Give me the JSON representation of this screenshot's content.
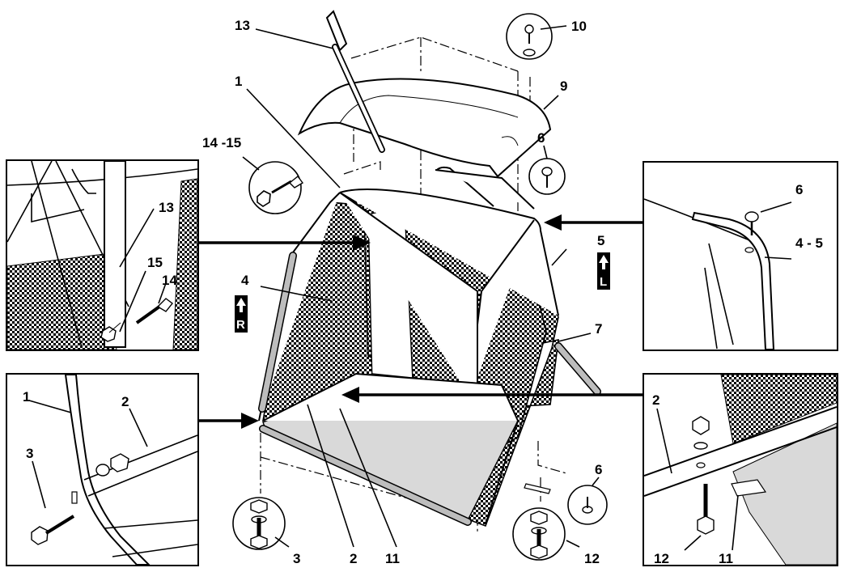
{
  "callouts": {
    "c1_top": "1",
    "c13_top": "13",
    "c10": "10",
    "c9": "9",
    "c14_15": "14 -15",
    "c6_top": "6",
    "c5": "5",
    "c4": "4",
    "c7": "7",
    "c6_bottom": "6",
    "c3_bottom": "3",
    "c2_bottom": "2",
    "c11_bottom": "11",
    "c12_bottom": "12"
  },
  "detail_top_left": {
    "c13": "13",
    "c15": "15",
    "c14": "14"
  },
  "detail_top_right": {
    "c6": "6",
    "c4_5": "4 - 5"
  },
  "detail_bottom_left": {
    "c1": "1",
    "c2": "2",
    "c3": "3"
  },
  "detail_bottom_right": {
    "c2": "2",
    "c12": "12",
    "c11": "11"
  },
  "side_tags": {
    "left_letter": "R",
    "right_letter": "L"
  },
  "colors": {
    "ink": "#000000",
    "fill_grey": "#d9d9d9",
    "paper": "#ffffff"
  }
}
